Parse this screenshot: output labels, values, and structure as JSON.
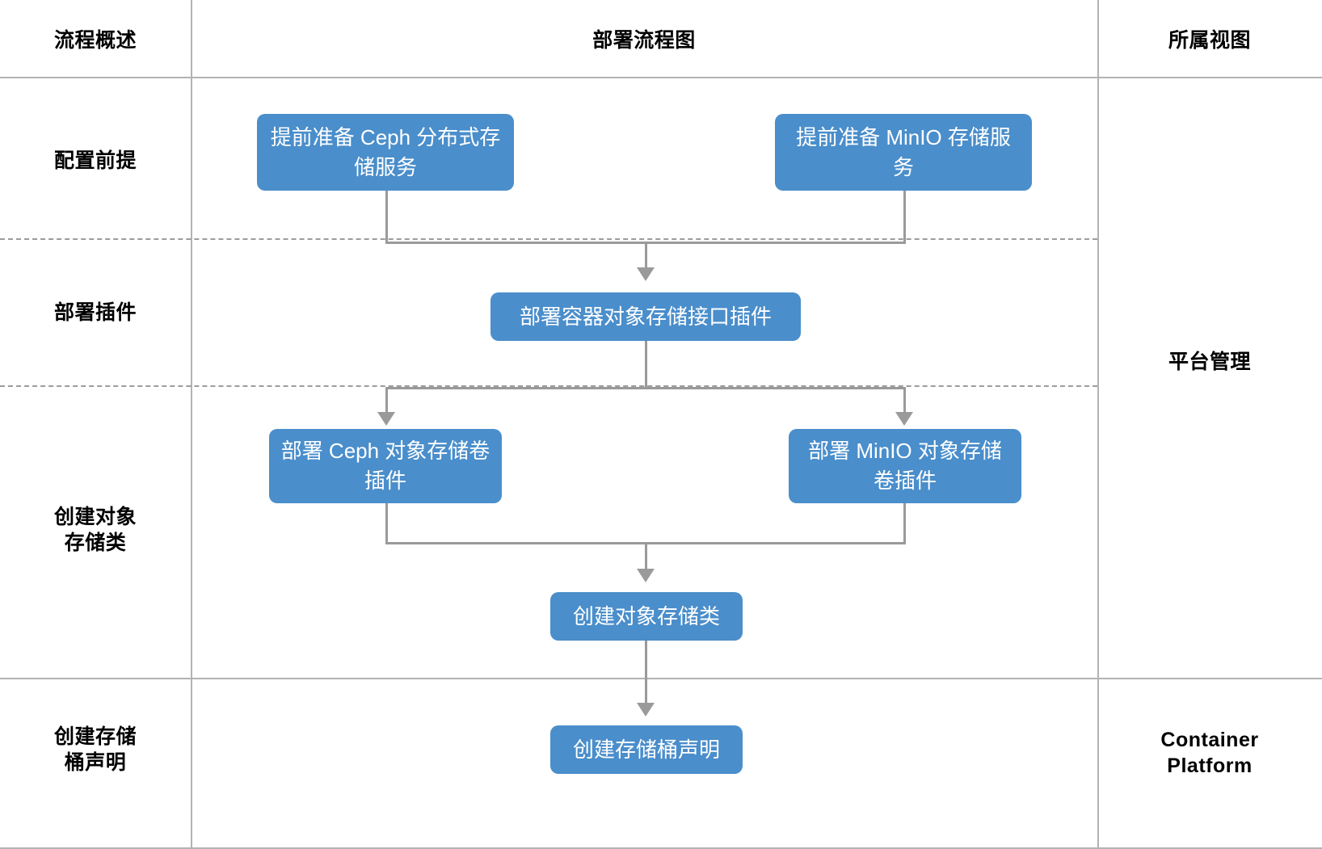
{
  "headers": {
    "left": "流程概述",
    "center": "部署流程图",
    "right": "所属视图"
  },
  "row_labels": [
    "配置前提",
    "部署插件",
    "创建对象\n存储类",
    "创建存储\n桶声明"
  ],
  "view_labels": [
    "平台管理",
    "Container\nPlatform"
  ],
  "nodes": {
    "prep_ceph": "提前准备 Ceph 分布式存储服务",
    "prep_minio": "提前准备 MinIO 存储服务",
    "deploy_cosi": "部署容器对象存储接口插件",
    "deploy_ceph_driver": "部署 Ceph 对象存储卷插件",
    "deploy_minio_driver": "部署 MinIO 对象存储卷插件",
    "create_storage_class": "创建对象存储类",
    "create_bucket_claim": "创建存储桶声明"
  },
  "colors": {
    "node_fill": "#4a8ecb",
    "node_text": "#ffffff",
    "grid_line": "#b3b3b3",
    "dashed_line": "#9c9c9c",
    "connector": "#9a9a9a"
  }
}
